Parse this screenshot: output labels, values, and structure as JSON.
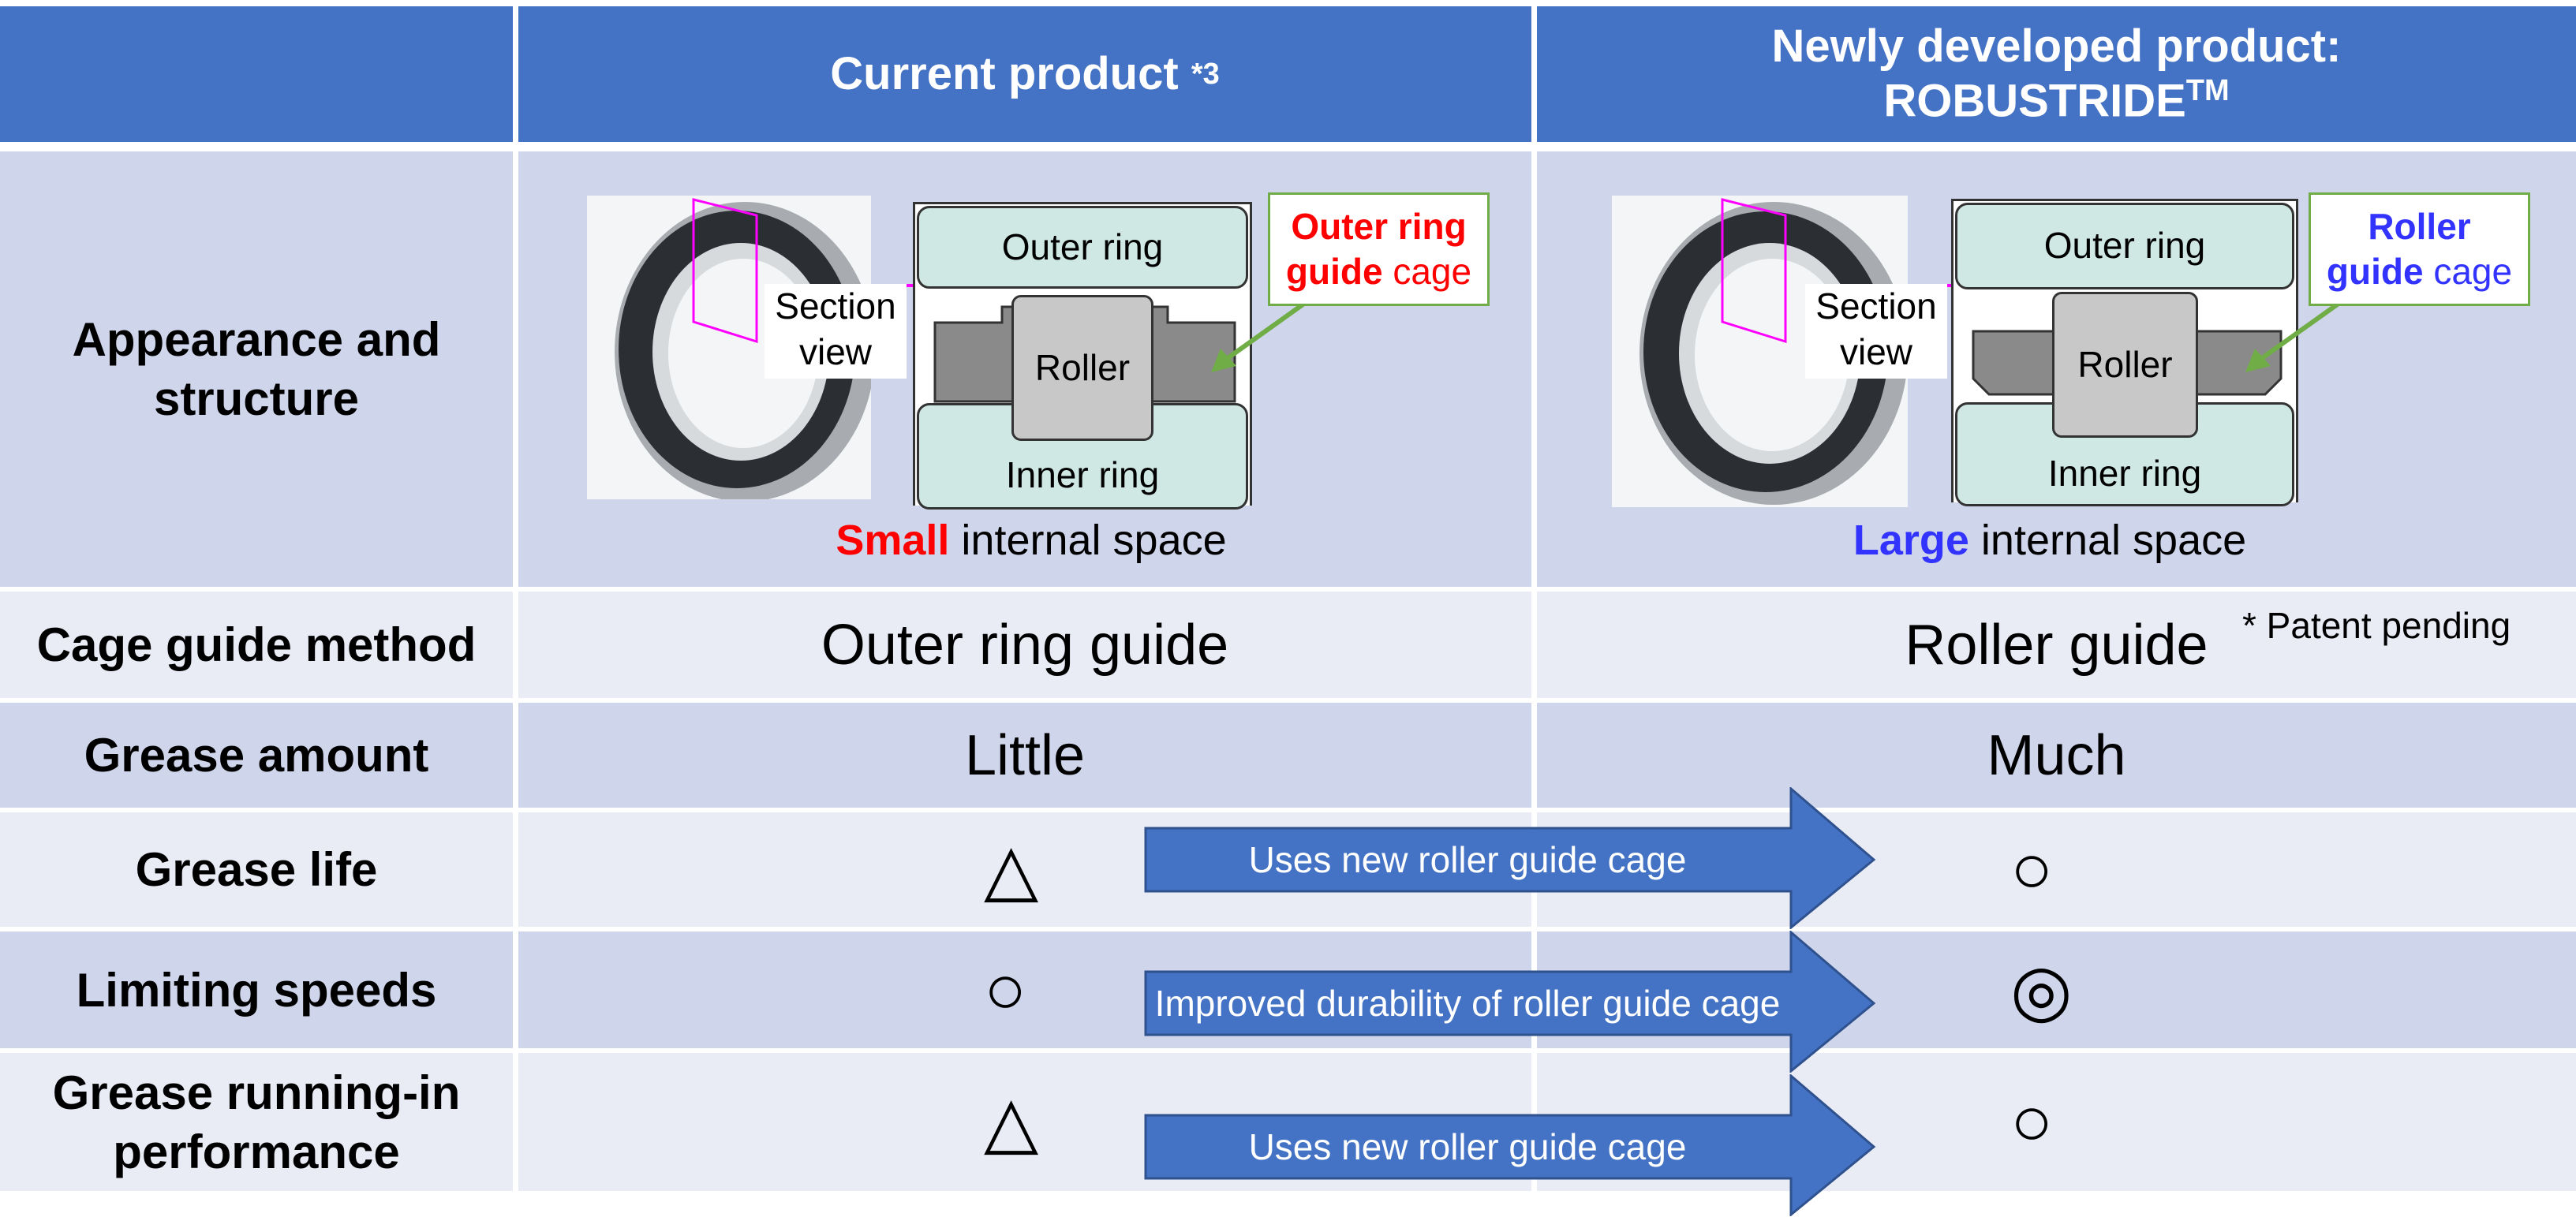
{
  "header": {
    "current_title": "Current product",
    "current_sup": "*3",
    "new_title_line1": "Newly developed product:",
    "new_title_line2": "ROBUSTRIDE",
    "new_title_sup": "TM"
  },
  "rows": {
    "appearance": {
      "label_line1": "Appearance and",
      "label_line2": "structure",
      "current": {
        "section_line1": "Section",
        "section_line2": "view",
        "outer_ring": "Outer ring",
        "roller": "Roller",
        "inner_ring": "Inner ring",
        "cage_bold_line1": "Outer ring",
        "cage_bold_line2": "guide",
        "cage_rest": " cage",
        "caption_bold": "Small",
        "caption_rest": " internal space"
      },
      "new": {
        "section_line1": "Section",
        "section_line2": "view",
        "outer_ring": "Outer ring",
        "roller": "Roller",
        "inner_ring": "Inner ring",
        "cage_bold_line1": "Roller",
        "cage_bold_line2": "guide",
        "cage_rest": " cage",
        "caption_bold": "Large",
        "caption_rest": " internal space"
      }
    },
    "cage_guide": {
      "label": "Cage guide method",
      "current": "Outer ring guide",
      "new": "Roller guide",
      "note": "* Patent pending"
    },
    "grease_amount": {
      "label": "Grease amount",
      "current": "Little",
      "new": "Much"
    },
    "grease_life": {
      "label": "Grease life",
      "current": "△",
      "new": "○",
      "arrow": "Uses new roller guide cage"
    },
    "limiting_speeds": {
      "label": "Limiting speeds",
      "current": "○",
      "new": "◎",
      "arrow": "Improved durability of roller guide cage"
    },
    "running_in": {
      "label_line1": "Grease running-in",
      "label_line2": "performance",
      "current": "△",
      "new": "○",
      "arrow": "Uses new roller guide cage"
    }
  },
  "colors": {
    "header": "#4472c4",
    "row_dark": "#cfd5ea",
    "row_light": "#e9ebf5",
    "arrow": "#4472c4",
    "red": "#ff0000",
    "blue": "#3333ff",
    "green": "#70ad47",
    "magenta": "#ff00ff"
  }
}
